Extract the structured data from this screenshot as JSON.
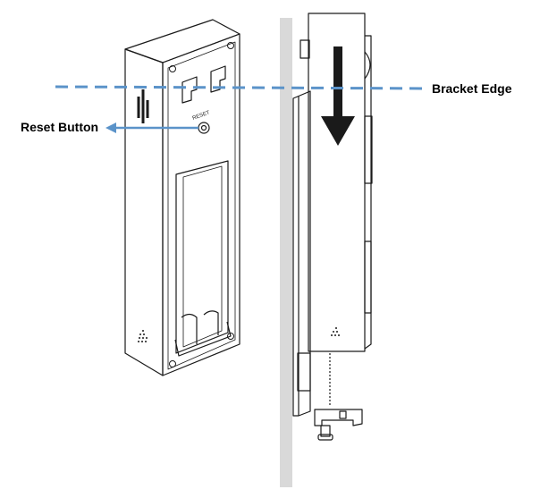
{
  "labels": {
    "reset_button": "Reset Button",
    "bracket_edge": "Bracket Edge",
    "reset_engraving": "RESET"
  },
  "colors": {
    "line": "#1a1a1a",
    "accent": "#5b93c9",
    "wall": "#d9d9d9",
    "background": "#ffffff"
  },
  "icons": {
    "down_arrow": "down-arrow-icon",
    "speaker": "speaker-grille-icon",
    "mic_holes": "mic-holes-icon"
  }
}
